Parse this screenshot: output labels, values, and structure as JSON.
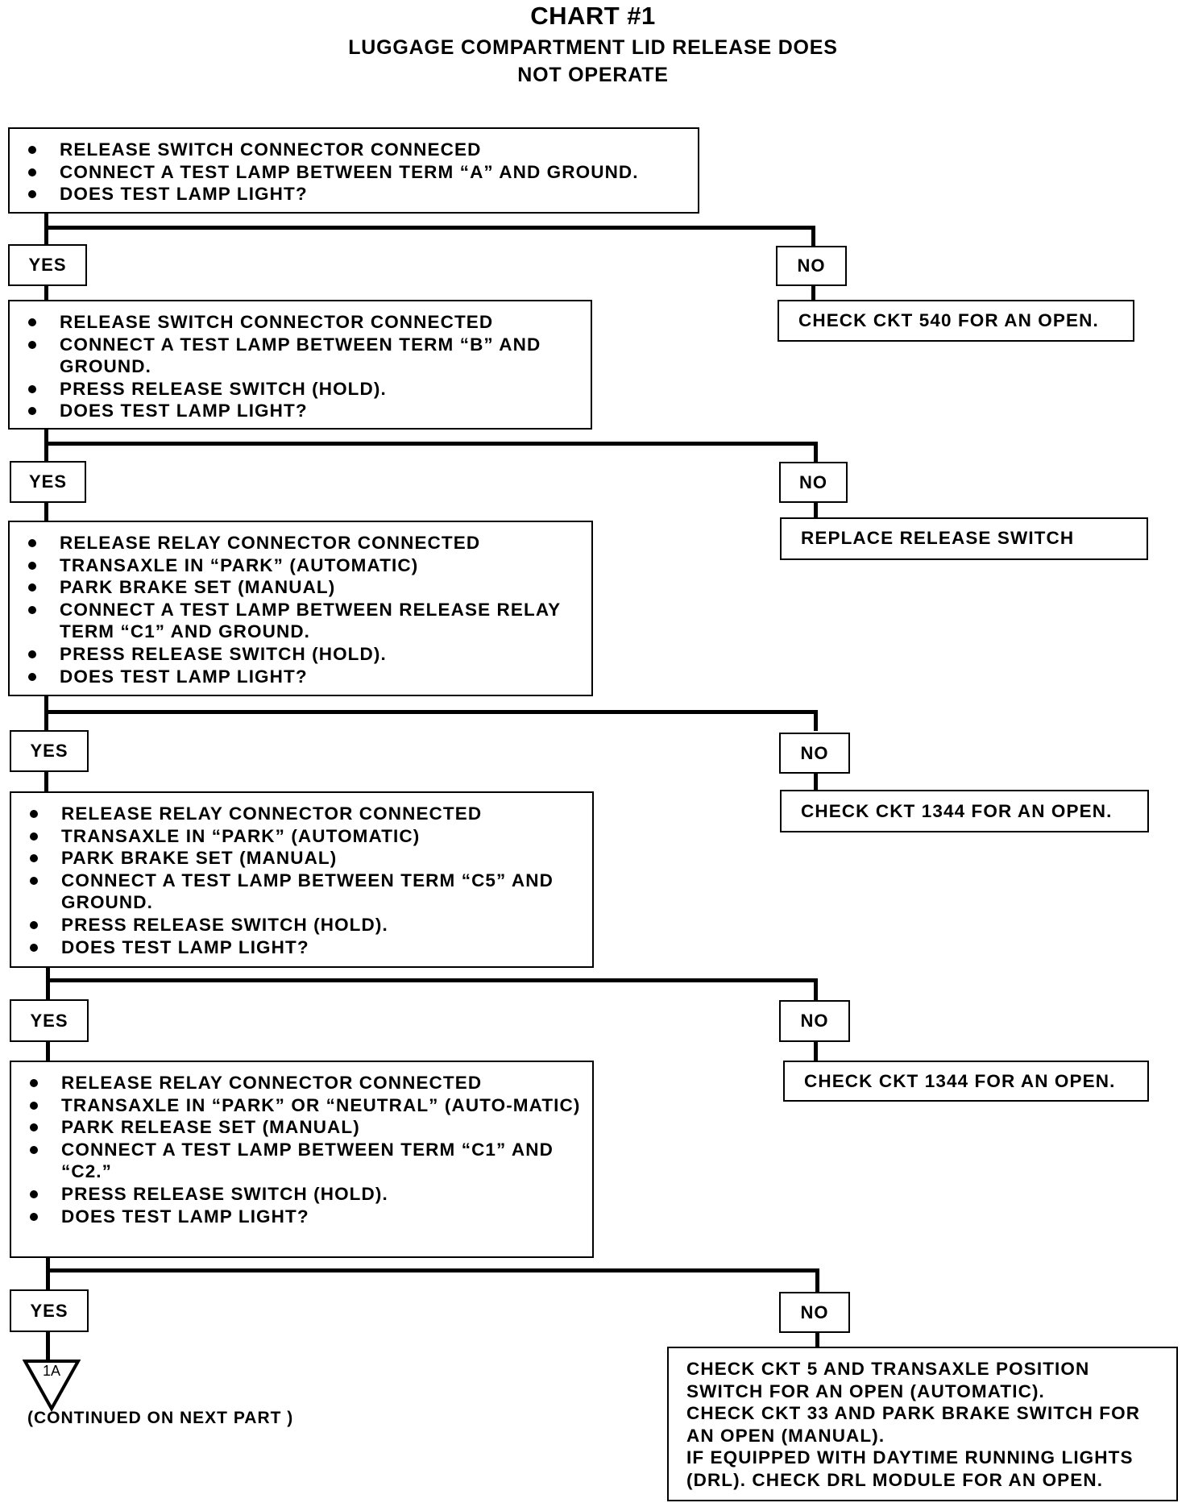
{
  "title": "CHART #1",
  "subtitle_line1": "LUGGAGE COMPARTMENT LID RELEASE DOES",
  "subtitle_line2": "NOT OPERATE",
  "yes_label": "YES",
  "no_label": "NO",
  "step1": {
    "items": [
      "RELEASE SWITCH CONNECTOR CONNECED",
      "CONNECT A TEST LAMP BETWEEN TERM “A” AND GROUND.",
      "DOES TEST LAMP LIGHT?"
    ]
  },
  "no1": "CHECK CKT 540 FOR AN OPEN.",
  "step2": {
    "items": [
      "RELEASE SWITCH CONNECTOR CONNECTED",
      "CONNECT A TEST LAMP BETWEEN TERM “B” AND GROUND.",
      "PRESS RELEASE SWITCH (HOLD).",
      "DOES TEST LAMP LIGHT?"
    ]
  },
  "no2": "REPLACE RELEASE SWITCH",
  "step3": {
    "items": [
      "RELEASE RELAY CONNECTOR CONNECTED",
      "TRANSAXLE IN “PARK” (AUTOMATIC)",
      "PARK BRAKE SET (MANUAL)",
      "CONNECT A TEST LAMP BETWEEN RELEASE RELAY TERM “C1” AND GROUND.",
      "PRESS RELEASE SWITCH (HOLD).",
      "DOES TEST LAMP LIGHT?"
    ]
  },
  "no3": "CHECK CKT 1344 FOR AN OPEN.",
  "step4": {
    "items": [
      "RELEASE RELAY CONNECTOR CONNECTED",
      "TRANSAXLE IN “PARK” (AUTOMATIC)",
      "PARK BRAKE SET (MANUAL)",
      "CONNECT A TEST LAMP BETWEEN TERM “C5” AND GROUND.",
      "PRESS RELEASE SWITCH (HOLD).",
      "DOES TEST LAMP LIGHT?"
    ]
  },
  "no4": "CHECK CKT 1344 FOR AN OPEN.",
  "step5": {
    "items": [
      "RELEASE RELAY CONNECTOR CONNECTED",
      "TRANSAXLE IN “PARK” OR “NEUTRAL” (AUTO-MATIC)",
      "PARK RELEASE SET (MANUAL)",
      "CONNECT A TEST LAMP BETWEEN TERM “C1” AND “C2.”",
      "PRESS RELEASE SWITCH (HOLD).",
      "DOES TEST LAMP LIGHT?"
    ]
  },
  "no5": [
    "CHECK CKT 5 AND TRANSAXLE POSITION SWITCH FOR AN OPEN (AUTOMATIC).",
    "CHECK CKT 33 AND PARK BRAKE SWITCH FOR AN OPEN (MANUAL).",
    "IF EQUIPPED WITH DAYTIME RUNNING LIGHTS (DRL). CHECK DRL MODULE FOR AN OPEN."
  ],
  "connector": "1A",
  "continued": "(CONTINUED ON NEXT PART )"
}
